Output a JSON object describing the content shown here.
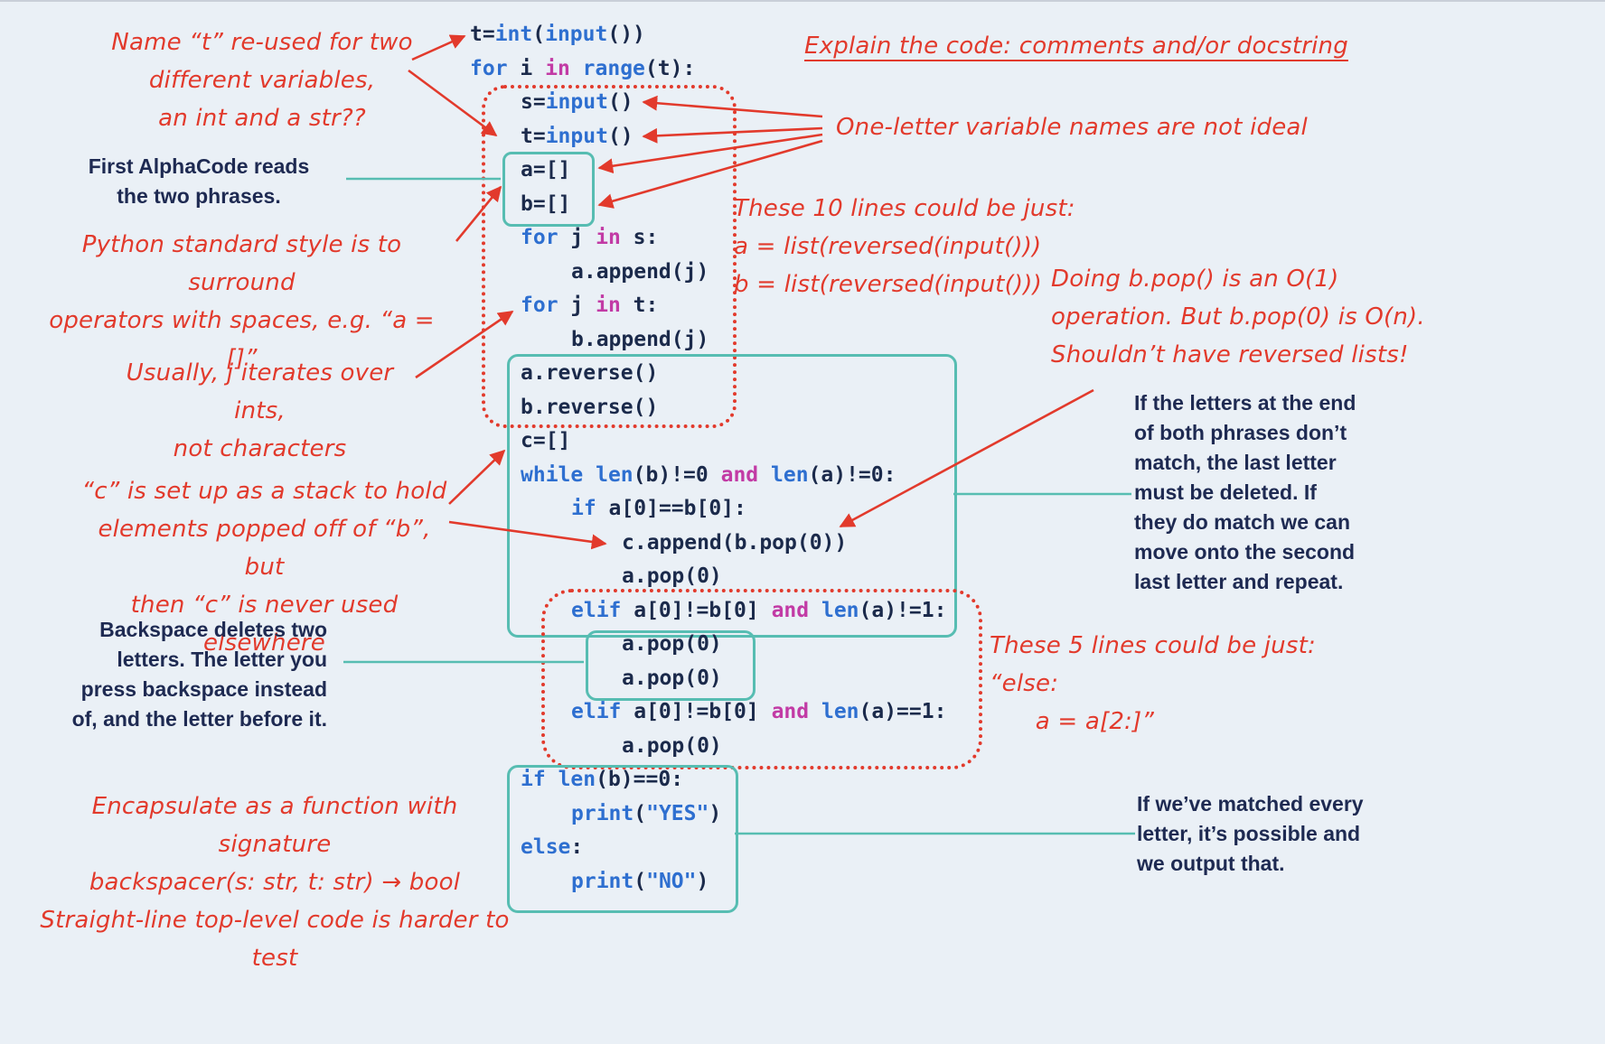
{
  "colors": {
    "background": "#eaf0f6",
    "red": "#e23a2c",
    "navy": "#1e2a52",
    "teal": "#57bdb2",
    "code_plain": "#1b2a4b",
    "code_keyword": "#2e6fd0",
    "code_builtin": "#2e6fd0",
    "code_op": "#c23ba5",
    "code_string": "#2e6fd0"
  },
  "code": {
    "lines": [
      {
        "indent": 0,
        "tokens": [
          [
            "p",
            "t="
          ],
          [
            "b",
            "int"
          ],
          [
            "p",
            "("
          ],
          [
            "b",
            "input"
          ],
          [
            "p",
            "())"
          ]
        ]
      },
      {
        "indent": 0,
        "tokens": [
          [
            "k",
            "for"
          ],
          [
            "p",
            " i "
          ],
          [
            "o",
            "in"
          ],
          [
            "p",
            " "
          ],
          [
            "b",
            "range"
          ],
          [
            "p",
            "(t):"
          ]
        ]
      },
      {
        "indent": 1,
        "tokens": [
          [
            "p",
            "s="
          ],
          [
            "b",
            "input"
          ],
          [
            "p",
            "()"
          ]
        ]
      },
      {
        "indent": 1,
        "tokens": [
          [
            "p",
            "t="
          ],
          [
            "b",
            "input"
          ],
          [
            "p",
            "()"
          ]
        ]
      },
      {
        "indent": 1,
        "tokens": [
          [
            "p",
            "a=[]"
          ]
        ]
      },
      {
        "indent": 1,
        "tokens": [
          [
            "p",
            "b=[]"
          ]
        ]
      },
      {
        "indent": 1,
        "tokens": [
          [
            "k",
            "for"
          ],
          [
            "p",
            " j "
          ],
          [
            "o",
            "in"
          ],
          [
            "p",
            " s:"
          ]
        ]
      },
      {
        "indent": 2,
        "tokens": [
          [
            "p",
            "a.append(j)"
          ]
        ]
      },
      {
        "indent": 1,
        "tokens": [
          [
            "k",
            "for"
          ],
          [
            "p",
            " j "
          ],
          [
            "o",
            "in"
          ],
          [
            "p",
            " t:"
          ]
        ]
      },
      {
        "indent": 2,
        "tokens": [
          [
            "p",
            "b.append(j)"
          ]
        ]
      },
      {
        "indent": 1,
        "tokens": [
          [
            "p",
            "a.reverse()"
          ]
        ]
      },
      {
        "indent": 1,
        "tokens": [
          [
            "p",
            "b.reverse()"
          ]
        ]
      },
      {
        "indent": 1,
        "tokens": [
          [
            "p",
            "c=[]"
          ]
        ]
      },
      {
        "indent": 1,
        "tokens": [
          [
            "k",
            "while"
          ],
          [
            "p",
            " "
          ],
          [
            "b",
            "len"
          ],
          [
            "p",
            "(b)!=0 "
          ],
          [
            "o",
            "and"
          ],
          [
            "p",
            " "
          ],
          [
            "b",
            "len"
          ],
          [
            "p",
            "(a)!=0:"
          ]
        ]
      },
      {
        "indent": 2,
        "tokens": [
          [
            "k",
            "if"
          ],
          [
            "p",
            " a[0]==b[0]:"
          ]
        ]
      },
      {
        "indent": 3,
        "tokens": [
          [
            "p",
            "c.append(b.pop(0))"
          ]
        ]
      },
      {
        "indent": 3,
        "tokens": [
          [
            "p",
            "a.pop(0)"
          ]
        ]
      },
      {
        "indent": 2,
        "tokens": [
          [
            "k",
            "elif"
          ],
          [
            "p",
            " a[0]!=b[0] "
          ],
          [
            "o",
            "and"
          ],
          [
            "p",
            " "
          ],
          [
            "b",
            "len"
          ],
          [
            "p",
            "(a)!=1:"
          ]
        ]
      },
      {
        "indent": 3,
        "tokens": [
          [
            "p",
            "a.pop(0)"
          ]
        ]
      },
      {
        "indent": 3,
        "tokens": [
          [
            "p",
            "a.pop(0)"
          ]
        ]
      },
      {
        "indent": 2,
        "tokens": [
          [
            "k",
            "elif"
          ],
          [
            "p",
            " a[0]!=b[0] "
          ],
          [
            "o",
            "and"
          ],
          [
            "p",
            " "
          ],
          [
            "b",
            "len"
          ],
          [
            "p",
            "(a)==1:"
          ]
        ]
      },
      {
        "indent": 3,
        "tokens": [
          [
            "p",
            "a.pop(0)"
          ]
        ]
      },
      {
        "indent": 1,
        "tokens": [
          [
            "k",
            "if"
          ],
          [
            "p",
            " "
          ],
          [
            "b",
            "len"
          ],
          [
            "p",
            "(b)==0:"
          ]
        ]
      },
      {
        "indent": 2,
        "tokens": [
          [
            "b",
            "print"
          ],
          [
            "p",
            "("
          ],
          [
            "s",
            "\"YES\""
          ],
          [
            "p",
            ")"
          ]
        ]
      },
      {
        "indent": 1,
        "tokens": [
          [
            "k",
            "else"
          ],
          [
            "p",
            ":"
          ]
        ]
      },
      {
        "indent": 2,
        "tokens": [
          [
            "b",
            "print"
          ],
          [
            "p",
            "("
          ],
          [
            "s",
            "\"NO\""
          ],
          [
            "p",
            ")"
          ]
        ]
      }
    ]
  },
  "annotations": {
    "name_t_reused": {
      "text": "Name “t” re-used for two\ndifferent variables,\nan int and a str??"
    },
    "explain_code": {
      "text": "Explain the code: comments and/or docstring"
    },
    "one_letter": {
      "text": "One-letter variable names are not ideal"
    },
    "first_alphacode": {
      "text": "First AlphaCode reads\nthe two phrases."
    },
    "python_style": {
      "text": "Python standard style is to surround\noperators with spaces, e.g. “a = []”"
    },
    "usually_j": {
      "text": "Usually, j iterates over ints,\nnot characters"
    },
    "ten_lines": {
      "text": "These 10 lines could be just:\na = list(reversed(input()))\nb = list(reversed(input()))"
    },
    "bpop": {
      "text": "Doing b.pop() is an O(1)\noperation. But b.pop(0) is O(n).\nShouldn’t have reversed lists!"
    },
    "c_stack": {
      "text": "“c” is set up as a stack to hold\nelements popped off of “b”, but\nthen “c” is never used elsewhere"
    },
    "letters_end": {
      "text": "If the letters at the end\nof both phrases don’t\nmatch, the last letter\nmust be deleted. If\nthey do match we can\nmove onto the second\nlast letter and repeat."
    },
    "backspace": {
      "text": "Backspace deletes two\nletters. The letter you\npress backspace instead\nof, and the letter before it."
    },
    "five_lines": {
      "text": "These 5 lines could be just:\n“else:\n      a = a[2:]”"
    },
    "encapsulate": {
      "text": "Encapsulate as a function with signature\nbackspacer(s: str, t: str) → bool\nStraight-line top-level code is harder to test"
    },
    "matched": {
      "text": "If we’ve matched every\nletter, it’s possible and\nwe output that."
    }
  }
}
